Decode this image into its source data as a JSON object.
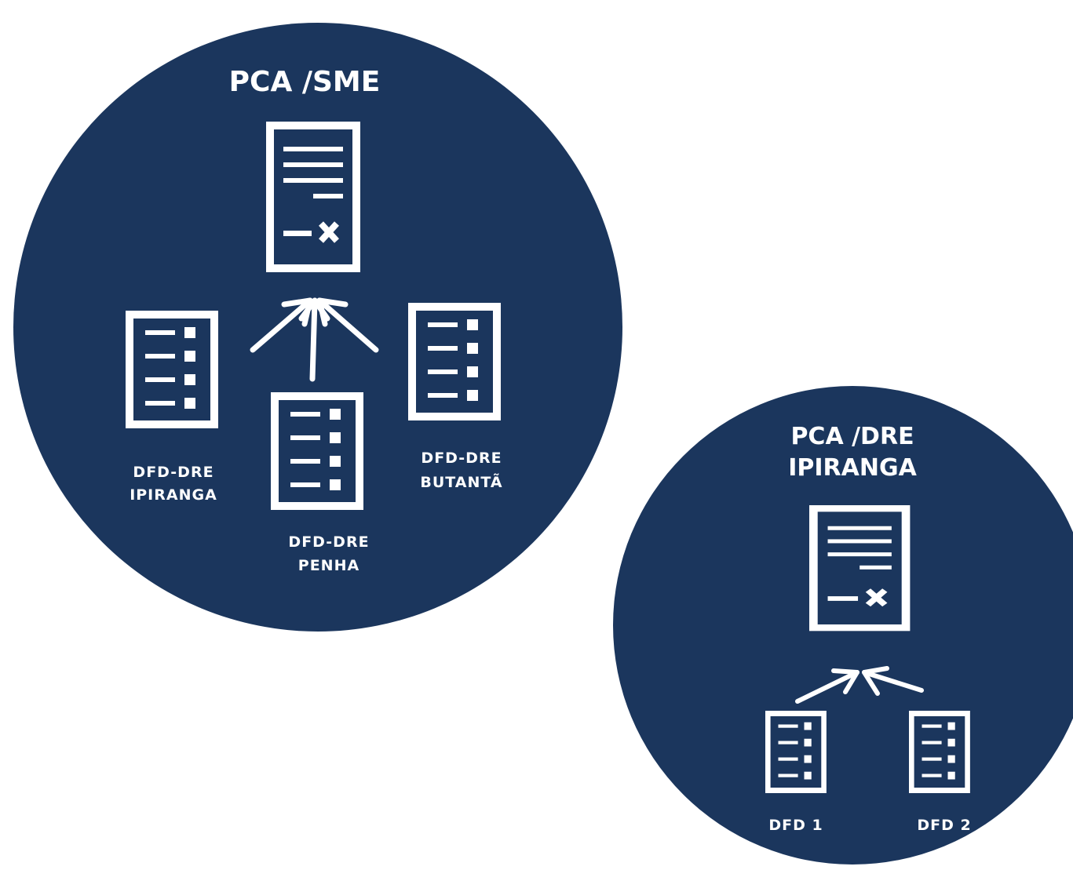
{
  "colors": {
    "circle_fill": "#1b365d",
    "icon_stroke": "#ffffff",
    "background": "#ffffff"
  },
  "sme_cluster": {
    "title": "PCA /SME",
    "main_icon": "contract-document-icon",
    "source_icon": "checklist-document-icon",
    "sources": [
      {
        "line1": "DFD-DRE",
        "line2": "IPIRANGA"
      },
      {
        "line1": "DFD-DRE",
        "line2": "PENHA"
      },
      {
        "line1": "DFD-DRE",
        "line2": "BUTANTÃ"
      }
    ]
  },
  "dre_cluster": {
    "title_line1": "PCA /DRE",
    "title_line2": "IPIRANGA",
    "main_icon": "contract-document-icon",
    "source_icon": "checklist-document-icon",
    "sources": [
      {
        "label": "DFD 1"
      },
      {
        "label": "DFD 2"
      }
    ]
  }
}
